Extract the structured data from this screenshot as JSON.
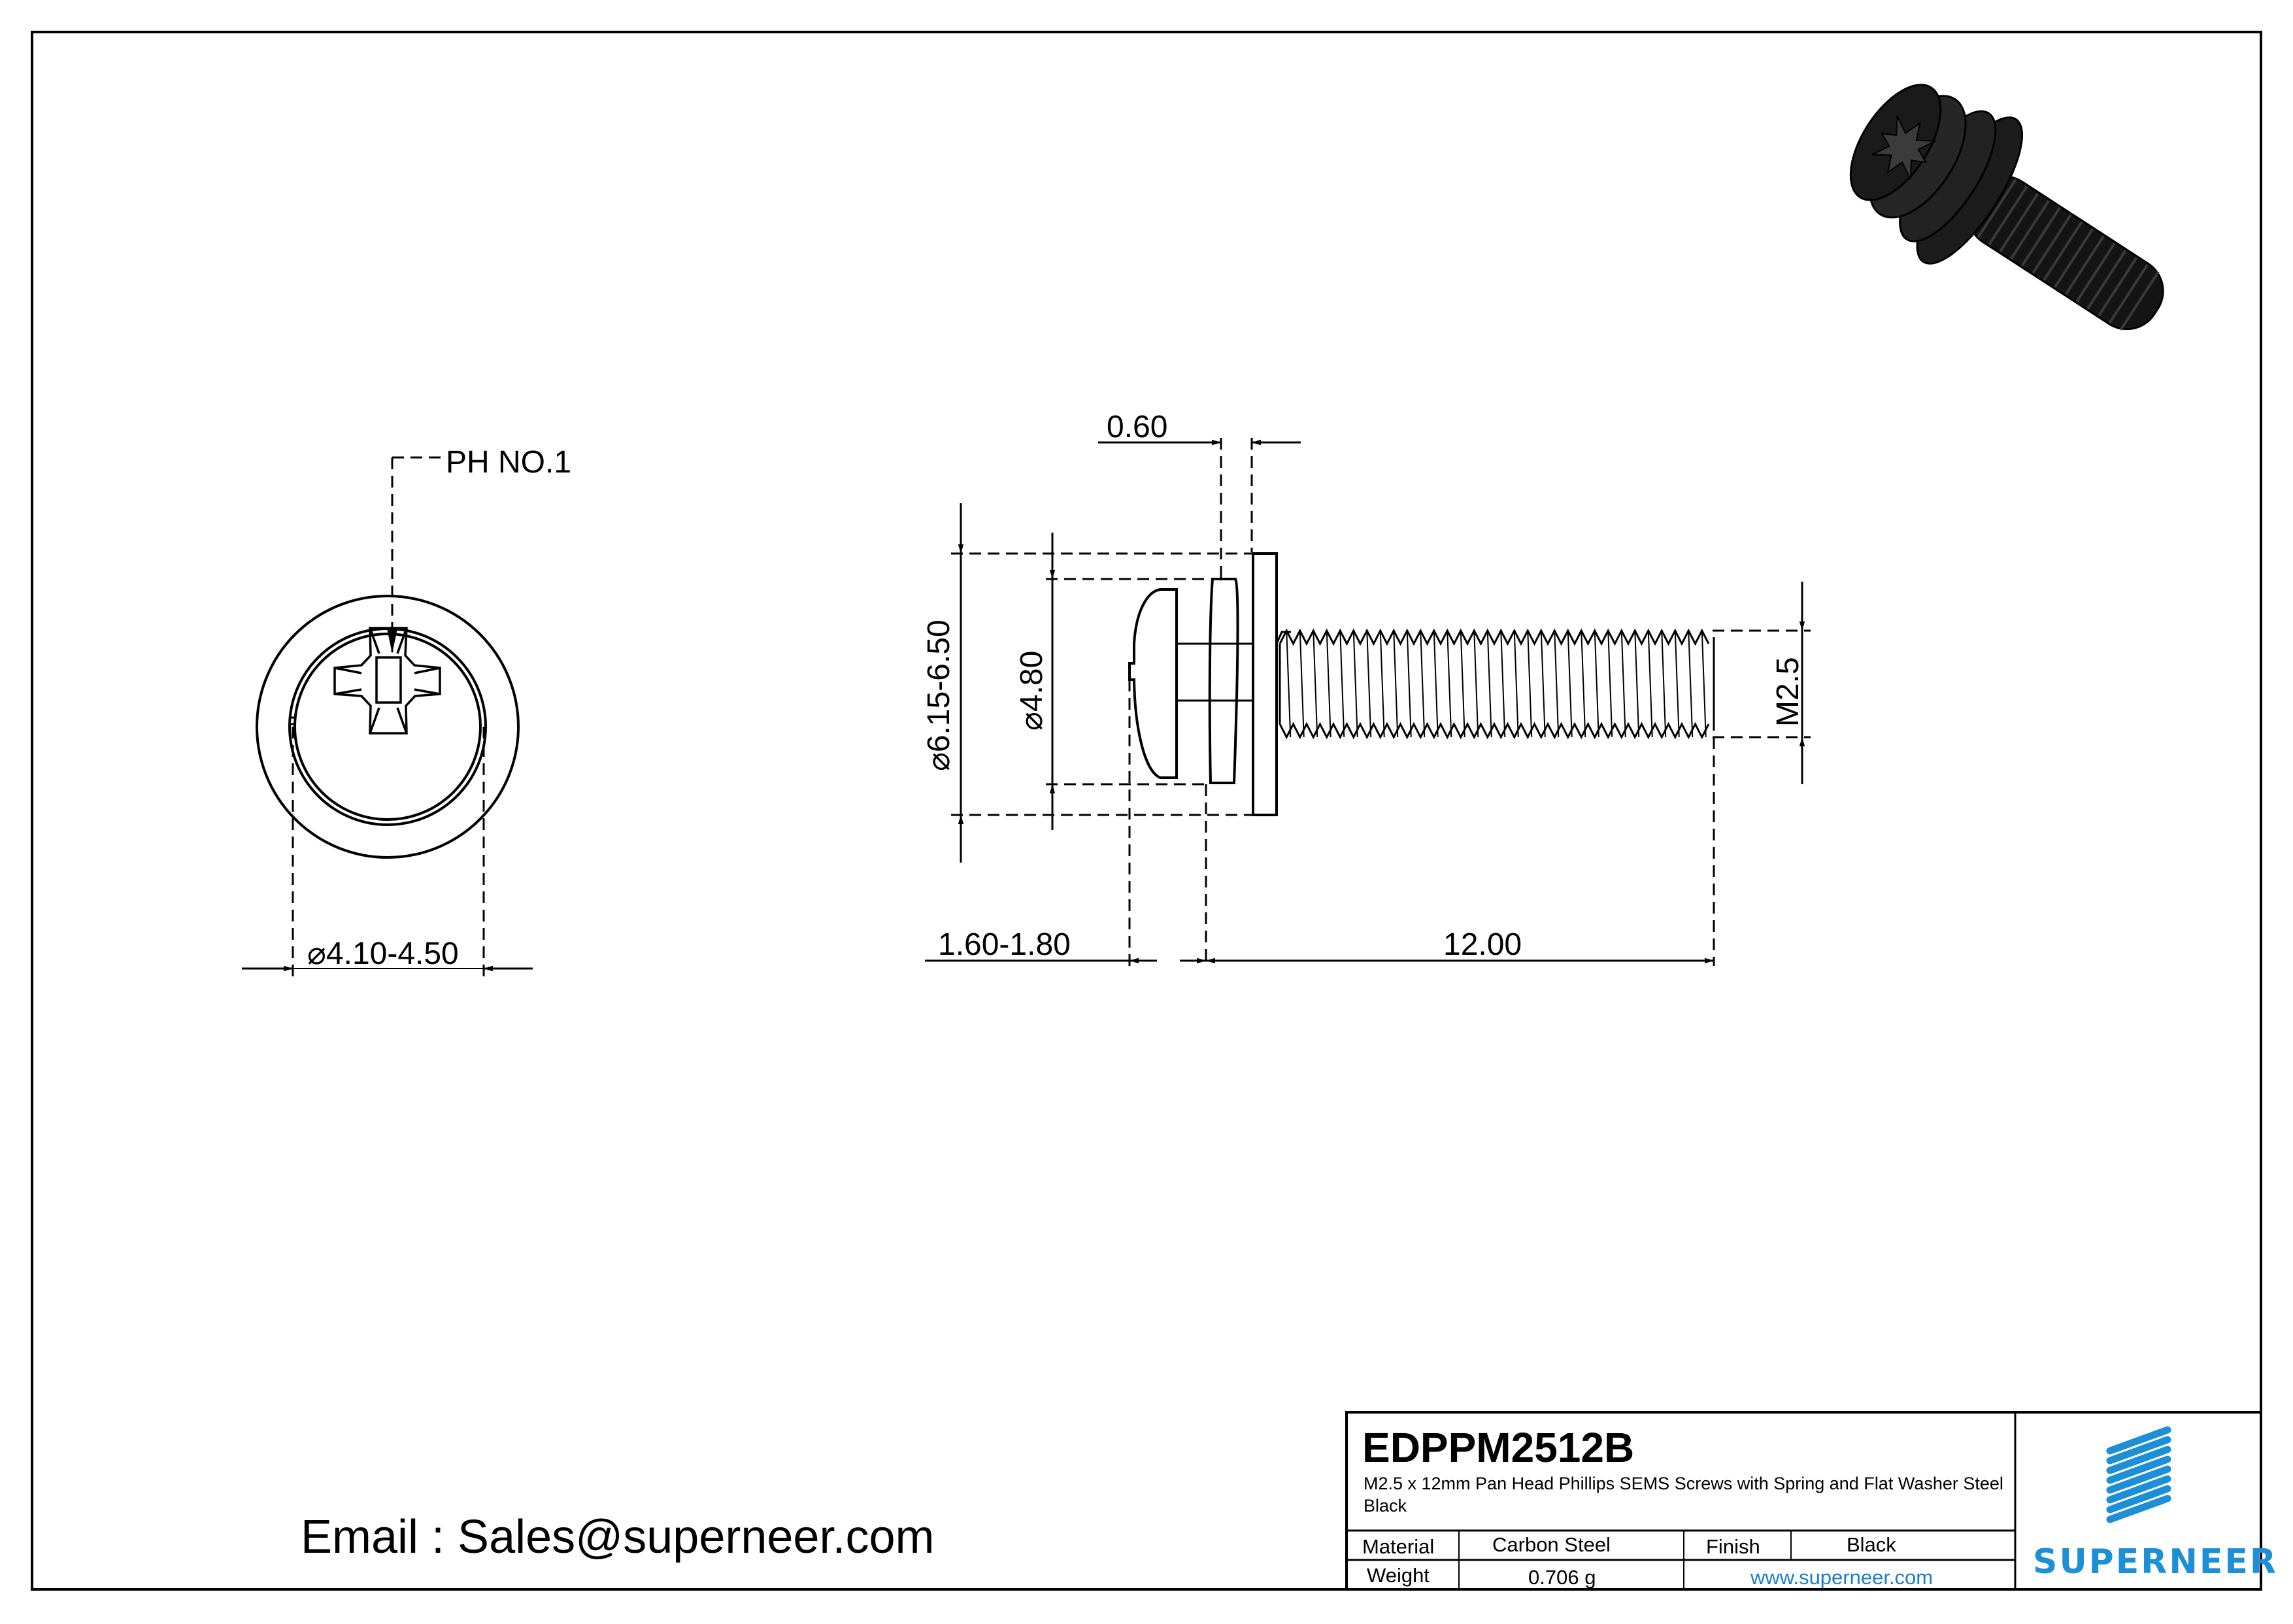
{
  "drawing": {
    "front_view": {
      "recess_label": "PH NO.1",
      "diameter_label": "4.10-4.50",
      "diameter_symbol": "⌀"
    },
    "side_view": {
      "washer_thickness": "0.60",
      "washer_od": "6.15-6.50",
      "head_dia": "4.80",
      "head_height": "1.60-1.80",
      "length": "12.00",
      "thread": "M2.5",
      "diameter_symbol": "⌀"
    },
    "render_3d": {
      "icon": "screw-3d-render"
    }
  },
  "contact": {
    "email_line": "Email : Sales@superneer.com"
  },
  "title_block": {
    "part_number": "EDPPM2512B",
    "description": "M2.5 x 12mm Pan Head Phillips SEMS Screws with Spring and Flat Washer Steel Black",
    "rows": [
      {
        "label": "Material",
        "value": "Carbon Steel",
        "label2": "Finish",
        "value2": "Black"
      },
      {
        "label": "Weight",
        "value": "0.706 g",
        "link": "www.superneer.com"
      }
    ],
    "logo": {
      "text": "SUPERNEER",
      "color": "#1c8fd6"
    }
  },
  "colors": {
    "line": "#000000",
    "brand_blue": "#1c8fd6",
    "link_blue": "#1a7fc9"
  }
}
